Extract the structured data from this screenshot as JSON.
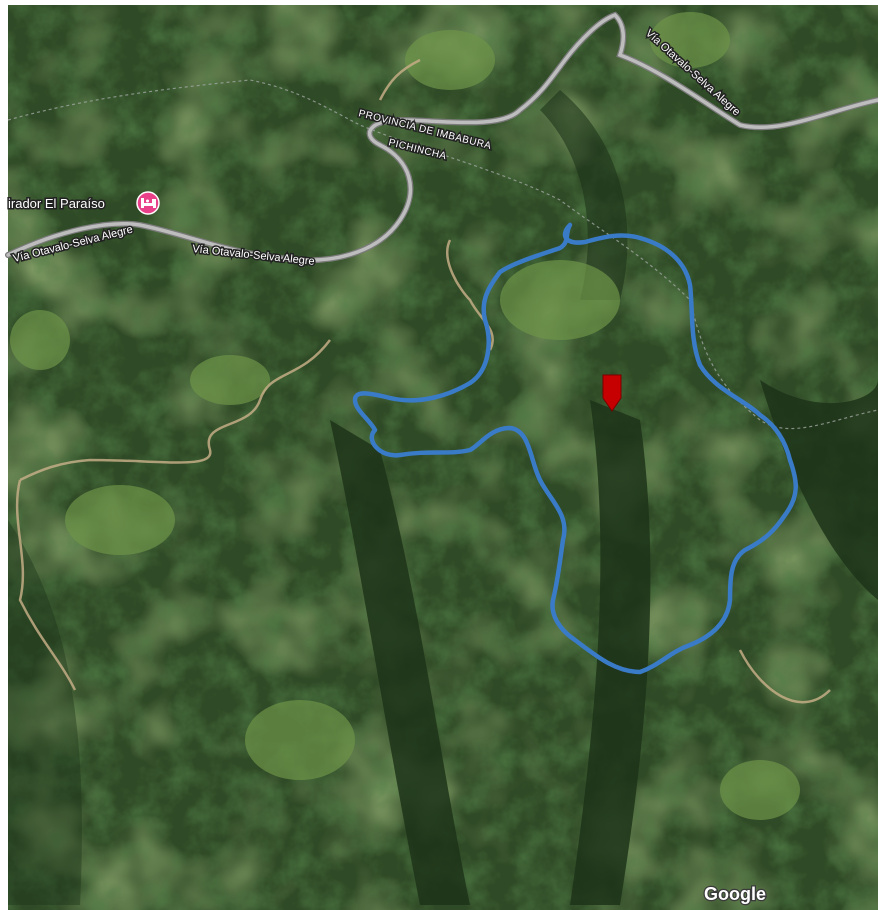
{
  "map": {
    "type": "satellite",
    "poi": {
      "name": "irador El Paraíso",
      "icon": "hotel-icon"
    },
    "roads": [
      "Vía Otavalo-Selva Alegre",
      "Vía Otavalo-Selva Alegre",
      "Vía Otavalo-Selva Alegre"
    ],
    "regions": [
      "PROVINCIA DE IMBABURA",
      "PICHINCHA"
    ],
    "provider": "Google",
    "colors": {
      "boundary": "#3a7bc8",
      "marker": "#c60000",
      "poi": "#e8418a",
      "road": "#b9b9b9"
    }
  }
}
